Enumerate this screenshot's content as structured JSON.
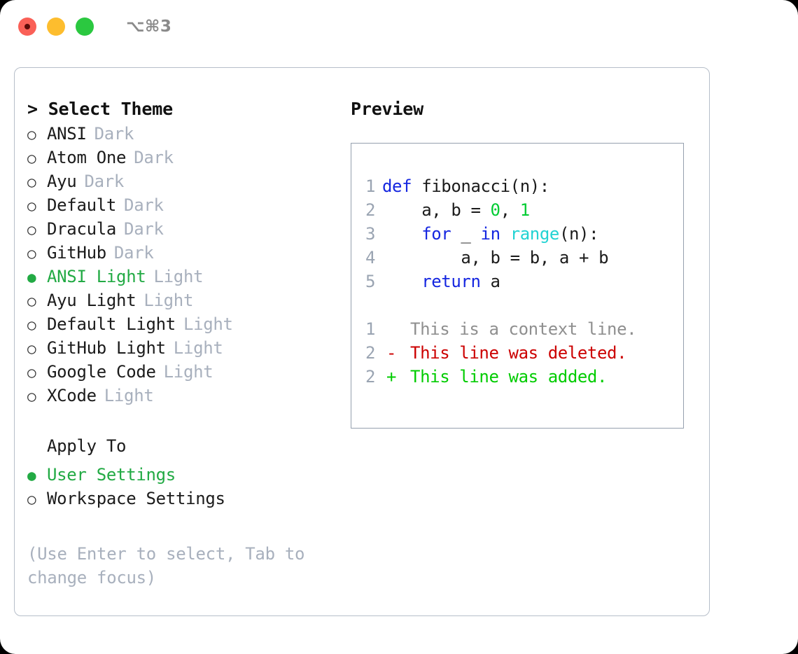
{
  "titlebar": {
    "shortcut": "⌥⌘3",
    "lights": [
      "close-red",
      "minimize-yellow",
      "maximize-green"
    ]
  },
  "theme_panel": {
    "heading": "> Select Theme",
    "bullet_selected": "●",
    "bullet_unselected": "○",
    "items": [
      {
        "name": "ANSI",
        "variant": "Dark",
        "selected": false
      },
      {
        "name": "Atom One",
        "variant": "Dark",
        "selected": false
      },
      {
        "name": "Ayu",
        "variant": "Dark",
        "selected": false
      },
      {
        "name": "Default",
        "variant": "Dark",
        "selected": false
      },
      {
        "name": "Dracula",
        "variant": "Dark",
        "selected": false
      },
      {
        "name": "GitHub",
        "variant": "Dark",
        "selected": false
      },
      {
        "name": "ANSI Light",
        "variant": "Light",
        "selected": true
      },
      {
        "name": "Ayu Light",
        "variant": "Light",
        "selected": false
      },
      {
        "name": "Default Light",
        "variant": "Light",
        "selected": false
      },
      {
        "name": "GitHub Light",
        "variant": "Light",
        "selected": false
      },
      {
        "name": "Google Code",
        "variant": "Light",
        "selected": false
      },
      {
        "name": "XCode",
        "variant": "Light",
        "selected": false
      }
    ]
  },
  "apply_to": {
    "heading": "Apply To",
    "items": [
      {
        "name": "User Settings",
        "selected": true
      },
      {
        "name": "Workspace Settings",
        "selected": false
      }
    ]
  },
  "hint": "(Use Enter to select, Tab to change focus)",
  "preview": {
    "heading": "Preview",
    "code_lines": [
      {
        "no": "1",
        "tokens": [
          {
            "t": "def ",
            "k": "kw"
          },
          {
            "t": "fibonacci(n):",
            "k": "pl"
          }
        ]
      },
      {
        "no": "2",
        "tokens": [
          {
            "t": "    a, b = ",
            "k": "pl"
          },
          {
            "t": "0",
            "k": "num"
          },
          {
            "t": ", ",
            "k": "pl"
          },
          {
            "t": "1",
            "k": "num"
          }
        ]
      },
      {
        "no": "3",
        "tokens": [
          {
            "t": "    ",
            "k": "pl"
          },
          {
            "t": "for",
            "k": "kw"
          },
          {
            "t": " _ ",
            "k": "pl"
          },
          {
            "t": "in",
            "k": "kw"
          },
          {
            "t": " ",
            "k": "pl"
          },
          {
            "t": "range",
            "k": "fn"
          },
          {
            "t": "(n):",
            "k": "pl"
          }
        ]
      },
      {
        "no": "4",
        "tokens": [
          {
            "t": "        a, b = b, a + b",
            "k": "pl"
          }
        ]
      },
      {
        "no": "5",
        "tokens": [
          {
            "t": "    ",
            "k": "pl"
          },
          {
            "t": "return",
            "k": "kw"
          },
          {
            "t": " a",
            "k": "pl"
          }
        ]
      }
    ],
    "diff_lines": [
      {
        "no": "1",
        "marker": " ",
        "text": "This is a context line.",
        "kind": "ctx"
      },
      {
        "no": "2",
        "marker": "-",
        "text": "This line was deleted.",
        "kind": "del"
      },
      {
        "no": "2",
        "marker": "+",
        "text": "This line was added.",
        "kind": "add"
      }
    ]
  },
  "colors": {
    "accent_green": "#22aa44",
    "keyword_blue": "#1526e0",
    "function_cyan": "#22d3d3",
    "number_green": "#00cc33",
    "diff_deleted": "#cc0000",
    "diff_added": "#00cc00",
    "muted_gray": "#a8b0bd",
    "border_gray": "#b6bec9"
  }
}
